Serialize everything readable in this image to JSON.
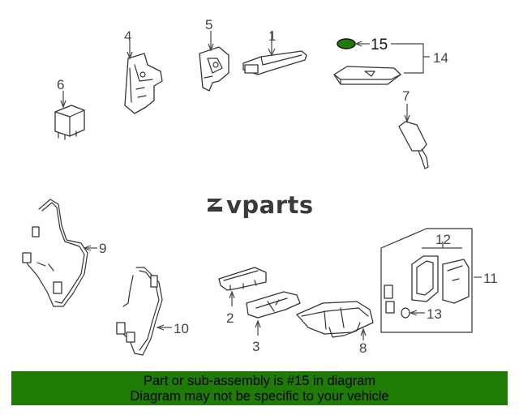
{
  "callouts": {
    "c1": "1",
    "c2": "2",
    "c3": "3",
    "c4": "4",
    "c5": "5",
    "c6": "6",
    "c7": "7",
    "c8": "8",
    "c9": "9",
    "c10": "10",
    "c11": "11",
    "c12": "12",
    "c13": "13",
    "c14": "14",
    "c15": "15"
  },
  "highlight": {
    "part": "15",
    "color": "#1f7a06"
  },
  "watermark": {
    "text": "vparts"
  },
  "banner": {
    "line1": "Part or sub-assembly is #15 in diagram",
    "line2": "Diagram may not be specific to your vehicle",
    "background": "#1f7a06"
  }
}
